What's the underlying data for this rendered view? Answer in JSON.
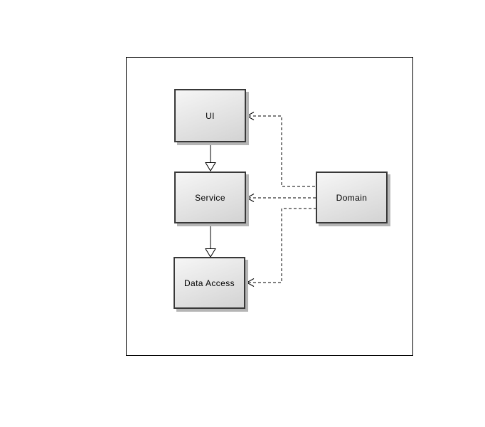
{
  "diagram": {
    "nodes": [
      {
        "id": "ui",
        "label": "UI"
      },
      {
        "id": "service",
        "label": "Service"
      },
      {
        "id": "data_access",
        "label": "Data Access"
      },
      {
        "id": "domain",
        "label": "Domain"
      }
    ],
    "edges": [
      {
        "from": "UI",
        "to": "Service",
        "style": "solid",
        "arrowhead": "hollow-triangle",
        "arrowhead_at": "Service"
      },
      {
        "from": "Service",
        "to": "Data Access",
        "style": "solid",
        "arrowhead": "hollow-triangle",
        "arrowhead_at": "Data Access"
      },
      {
        "from": "Domain",
        "to": "UI",
        "style": "dashed",
        "arrowhead": "open-v",
        "arrowhead_at": "UI"
      },
      {
        "from": "Domain",
        "to": "Service",
        "style": "dashed",
        "arrowhead": "open-v",
        "arrowhead_at": "Service"
      },
      {
        "from": "Domain",
        "to": "Data Access",
        "style": "dashed",
        "arrowhead": "open-v",
        "arrowhead_at": "Data Access"
      }
    ],
    "colors": {
      "background": "#ffffff",
      "frame_border": "#000000",
      "node_border": "#383838",
      "node_fill_top": "#f6f6f6",
      "node_fill_bottom": "#d3d3d3",
      "node_shadow": "#b5b5b5",
      "line": "#000000",
      "label": "#000000"
    }
  }
}
